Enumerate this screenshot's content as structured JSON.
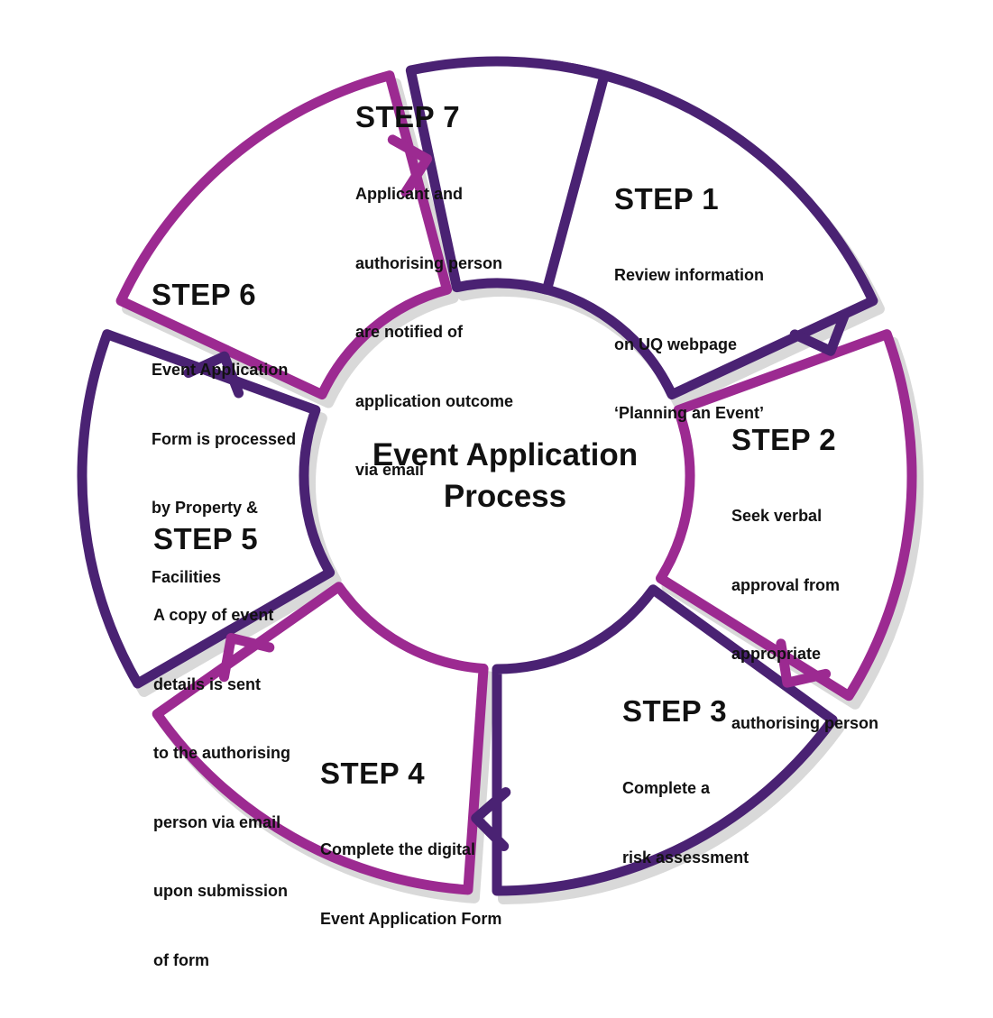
{
  "diagram": {
    "title_line1": "Event Application",
    "title_line2": "Process",
    "colors": {
      "dark_purple": "#4a2273",
      "magenta": "#9c2a91",
      "shadow": "#d9d9d9"
    },
    "steps": [
      {
        "title": "STEP 1",
        "desc": [
          "Review information",
          "on UQ webpage",
          "‘Planning an Event’"
        ],
        "color": "#4a2273"
      },
      {
        "title": "STEP 2",
        "desc": [
          "Seek verbal",
          "approval from",
          "appropriate",
          "authorising person"
        ],
        "color": "#9c2a91"
      },
      {
        "title": "STEP 3",
        "desc": [
          "Complete a",
          "risk assessment"
        ],
        "color": "#4a2273"
      },
      {
        "title": "STEP 4",
        "desc": [
          "Complete the digital",
          "Event Application Form"
        ],
        "color": "#9c2a91"
      },
      {
        "title": "STEP 5",
        "desc": [
          "A copy of event",
          "details is sent",
          "to the authorising",
          "person via email",
          "upon submission",
          "of form"
        ],
        "color": "#4a2273"
      },
      {
        "title": "STEP 6",
        "desc": [
          "Event Application",
          "Form is processed",
          "by Property &",
          "Facilities"
        ],
        "color": "#9c2a91"
      },
      {
        "title": "STEP 7",
        "desc": [
          "Applicant and",
          "authorising person",
          "are notified of",
          "application outcome",
          "via email"
        ],
        "color": "#4a2273"
      }
    ]
  }
}
